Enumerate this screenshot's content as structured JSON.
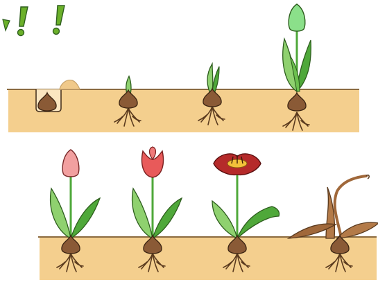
{
  "diagram": {
    "subject": "tulip-life-cycle",
    "rows": [
      {
        "stages": [
          "bulb-planted",
          "sprout",
          "leaves-emerging",
          "green-bud"
        ]
      },
      {
        "stages": [
          "pink-bud",
          "red-bud-opening",
          "full-bloom",
          "withered"
        ]
      }
    ],
    "exclamation_marks": [
      "!",
      "!"
    ],
    "colors": {
      "soil": "#f4cf8e",
      "soil_line": "#8b6a3e",
      "bulb": "#8a5a36",
      "root": "#5a3a1e",
      "leaf_dark": "#4fa83a",
      "leaf_light": "#8fd16f",
      "bud_green": "#8be08a",
      "bud_pink": "#f2a0a0",
      "bud_red": "#e85a5a",
      "bloom": "#b52a2a",
      "bloom_center": "#f3c23a",
      "withered": "#a0683a",
      "accent_green": "#6bb02a"
    }
  }
}
